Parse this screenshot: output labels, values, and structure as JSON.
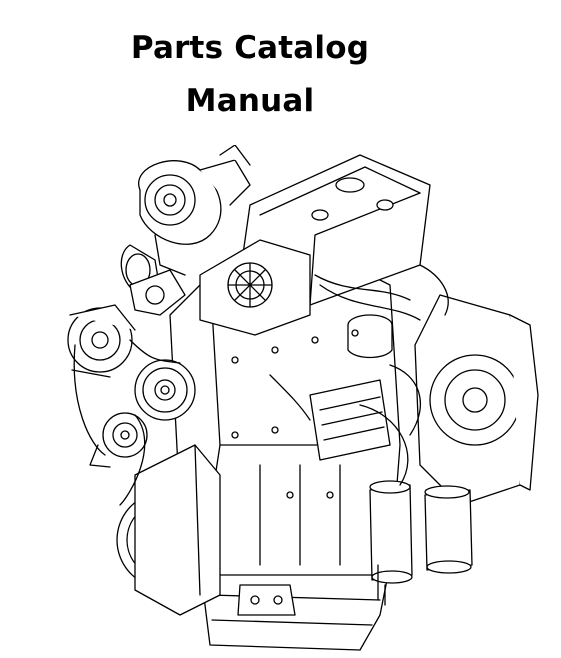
{
  "document": {
    "title_line_1": "Parts Catalog",
    "title_line_2": "Manual"
  },
  "illustration": {
    "subject": "engine-line-drawing",
    "stroke_color": "#000000",
    "fill_color": "#ffffff"
  }
}
